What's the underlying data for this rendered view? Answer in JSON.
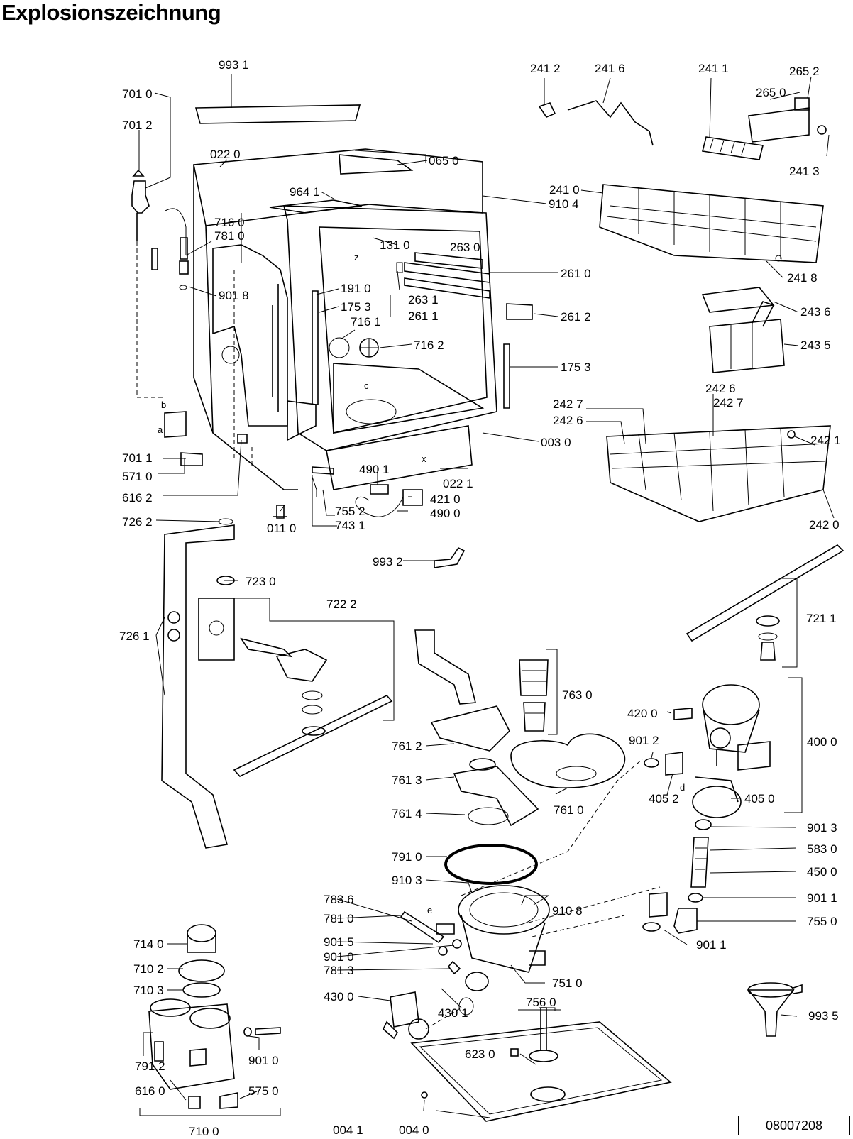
{
  "title": "Explosionszeichnung",
  "doc_number": "08007208",
  "labels": [
    "993 1",
    "701 0",
    "701 2",
    "022 0",
    "065 0",
    "964 1",
    "910 4",
    "716 0",
    "781 0",
    "901 8",
    "131 0",
    "263 0",
    "191 0",
    "175 3",
    "263 1",
    "261 1",
    "261 0",
    "261 2",
    "716 1",
    "716 2",
    "175 3",
    "241 2",
    "241 6",
    "241 1",
    "265 2",
    "265 0",
    "241 3",
    "241 0",
    "241 8",
    "243 6",
    "243 5",
    "242 6",
    "242 7",
    "242 7",
    "242 6",
    "242 1",
    "242 0",
    "003 0",
    "701 1",
    "571 0",
    "616 2",
    "022 1",
    "490 1",
    "421 0",
    "490 0",
    "755 2",
    "743 1",
    "011 0",
    "726 2",
    "723 0",
    "993 2",
    "726 1",
    "722 2",
    "721 1",
    "763 0",
    "420 0",
    "400 0",
    "761 2",
    "901 2",
    "761 3",
    "405 2",
    "405 0",
    "761 4",
    "761 0",
    "901 3",
    "791 0",
    "583 0",
    "450 0",
    "910 3",
    "910 8",
    "783 6",
    "781 0",
    "901 5",
    "901 0",
    "781 3",
    "901 1",
    "755 0",
    "901 1",
    "751 0",
    "430 0",
    "430 1",
    "714 0",
    "710 2",
    "710 3",
    "901 0",
    "791 2",
    "616 0",
    "575 0",
    "710 0",
    "756 0",
    "623 0",
    "993 5",
    "004 1",
    "004 0"
  ],
  "markers": [
    "a",
    "b",
    "c",
    "d",
    "e",
    "x",
    "z"
  ]
}
